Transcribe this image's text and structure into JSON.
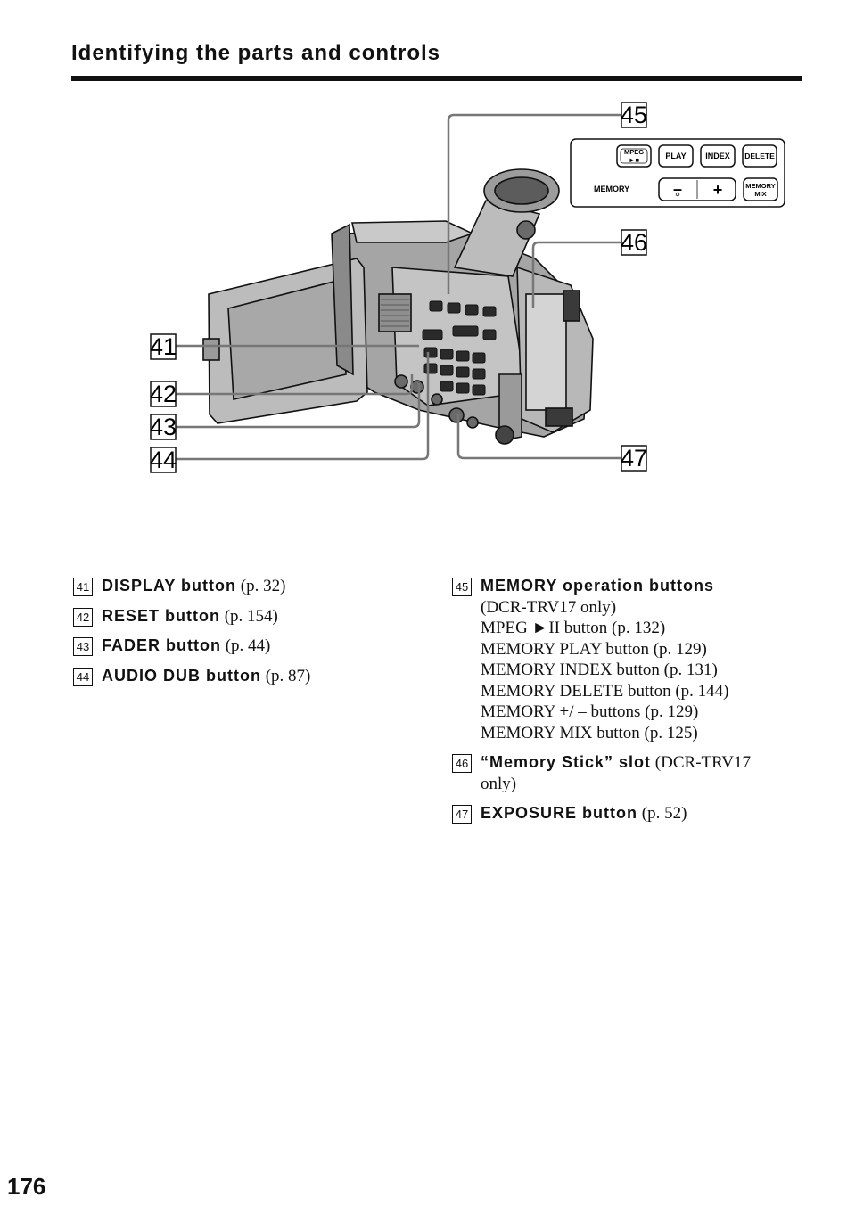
{
  "page": {
    "heading": "Identifying the parts and controls",
    "page_number": "176"
  },
  "figure": {
    "callouts": [
      "41",
      "42",
      "43",
      "44",
      "45",
      "46",
      "47"
    ],
    "panel": {
      "mpeg_label": "MPEG",
      "mpeg_symbol": "►■",
      "play_label": "PLAY",
      "index_label": "INDEX",
      "delete_label": "DELETE",
      "memory_label": "MEMORY",
      "minus_label": "–",
      "plus_label": "+",
      "mix_label_1": "MEMORY",
      "mix_label_2": "MIX"
    }
  },
  "items_left": [
    {
      "num": "41",
      "name": "DISPLAY button",
      "ref": "(p. 32)"
    },
    {
      "num": "42",
      "name": "RESET button",
      "ref": "(p. 154)"
    },
    {
      "num": "43",
      "name": "FADER button",
      "ref": "(p. 44)"
    },
    {
      "num": "44",
      "name": "AUDIO DUB button",
      "ref": "(p. 87)"
    }
  ],
  "items_right": [
    {
      "num": "45",
      "name": "MEMORY operation buttons",
      "lines": [
        "(DCR-TRV17 only)",
        "MPEG ►II button (p. 132)",
        "MEMORY PLAY button (p. 129)",
        "MEMORY INDEX button (p. 131)",
        "MEMORY DELETE button (p. 144)",
        "MEMORY +/ – buttons (p. 129)",
        "MEMORY MIX button (p. 125)"
      ]
    },
    {
      "num": "46",
      "name": "“Memory Stick” slot",
      "ref": "(DCR-TRV17",
      "ref2": "only)"
    },
    {
      "num": "47",
      "name": "EXPOSURE button",
      "ref": "(p. 52)"
    }
  ],
  "colors": {
    "ink": "#111111",
    "body_gray": "#9a9a9a",
    "light_gray": "#cfcfcf",
    "screen": "#bdbdbd"
  }
}
